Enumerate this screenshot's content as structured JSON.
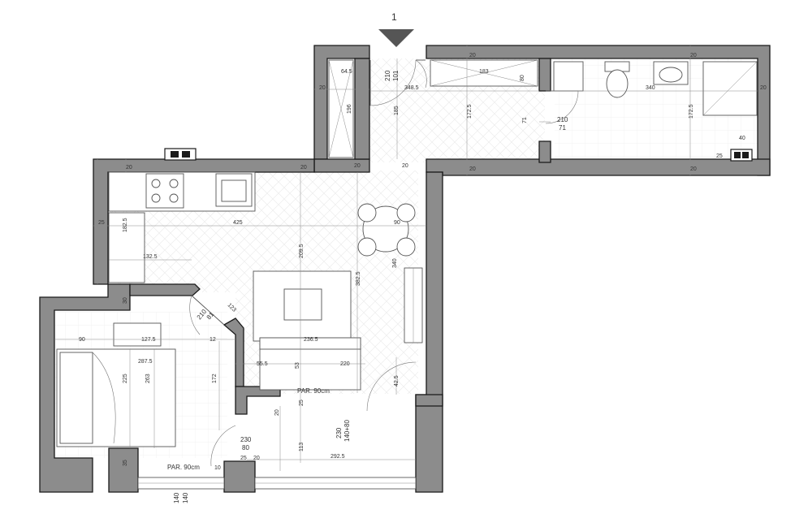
{
  "drawing": {
    "section_marker": "1",
    "colors": {
      "wall_fill": "#8c8c8c",
      "wall_outline": "#1a1a1a",
      "dim_line": "#8a8a8a",
      "text": "#333333"
    }
  },
  "doors": {
    "entrance_h": "210",
    "entrance_w": "101",
    "bathroom_h": "210",
    "bathroom_w": "71",
    "bedroom_h": "210",
    "bedroom_w": "81",
    "bedroom_window_h": "230",
    "bedroom_window_w": "80",
    "balcony_h": "230",
    "balcony_w": "140+80",
    "bottom_a": "140",
    "bottom_b": "140"
  },
  "labels": {
    "parapet_living": "PAR. 90cm",
    "parapet_bedroom": "PAR. 90cm"
  },
  "dimensions": {
    "hall_64_5": "64.5",
    "hall_20_a": "20",
    "hall_196": "196",
    "hall_20_b": "20",
    "corr_348_5": "348.5",
    "corr_185": "185",
    "corr_183": "183",
    "corr_80": "80",
    "corr_172_5": "172.5",
    "corr_71": "71",
    "corr_20": "20",
    "bath_20_a": "20",
    "bath_340": "340",
    "bath_172_5": "172.5",
    "bath_20_b": "20",
    "bath_40": "40",
    "bath_25": "25",
    "bath_20_c": "20",
    "bath_20_d": "20",
    "kit_20_a": "20",
    "kit_20_b": "20",
    "kit_20_c": "20",
    "kit_25": "25",
    "kit_182_5": "182.5",
    "kit_425": "425",
    "kit_90": "90",
    "kit_132_5": "132.5",
    "kit_209_5": "209.5",
    "kit_340": "340",
    "kit_382_5": "382.5",
    "bed_90": "90",
    "bed_127_5": "127.5",
    "bed_287_5": "287.5",
    "bed_225": "225",
    "bed_263": "263",
    "bed_30": "30",
    "bed_123": "123",
    "bed_12": "12",
    "bed_172": "172",
    "bed_35": "35",
    "liv_236_5": "236.5",
    "liv_55_5": "55.5",
    "liv_53": "53",
    "liv_220": "220",
    "liv_42_5": "42.5",
    "bal_20": "20",
    "bal_25_a": "25",
    "bal_113": "113",
    "bal_292_5": "292.5",
    "bal_25_b": "25",
    "bal_10": "10",
    "bal_20_b": "20"
  }
}
